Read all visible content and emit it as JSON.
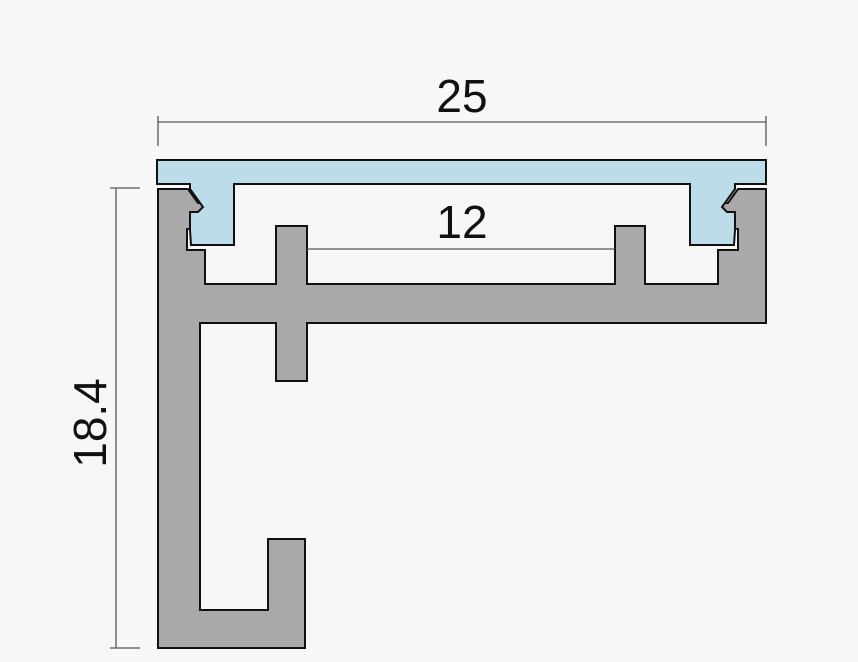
{
  "dimensions": {
    "overall_width": "25",
    "inner_width": "12",
    "height": "18.4"
  },
  "colors": {
    "background": "#f7f7f7",
    "profile_fill": "#a9a9a9",
    "diffuser_fill": "#bcdce9",
    "outline": "#111111",
    "dimension_line": "#555555"
  }
}
